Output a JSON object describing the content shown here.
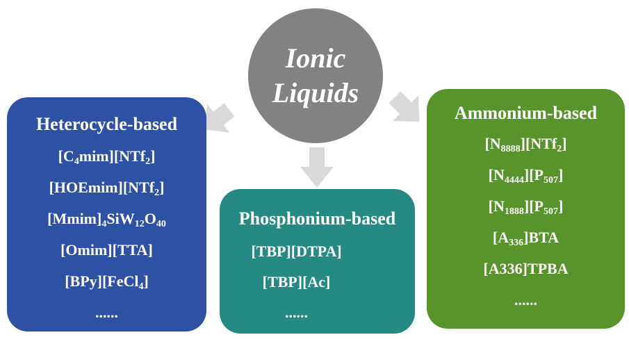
{
  "center": {
    "line1": "Ionic",
    "line2": "Liquids"
  },
  "colors": {
    "center": "#828282",
    "heterocycle": "#2f51a3",
    "phosphonium": "#258a83",
    "ammonium": "#58932c",
    "arrow": "#d9d9d9"
  },
  "heterocycle": {
    "title": "Heterocycle-based",
    "items": [
      {
        "a": "[C",
        "s1": "4",
        "b": "mim][NTf",
        "s2": "2",
        "c": "]"
      },
      {
        "a": "[HOEmim][NTf",
        "s1": "2",
        "b": "]"
      },
      {
        "a": "[Mmim]",
        "s1": "4",
        "b": "SiW",
        "s2": "12",
        "c": "O",
        "s3": "40"
      },
      {
        "a": "[Omim][TTA]"
      },
      {
        "a": "[BPy][FeCl",
        "s1": "4",
        "b": "]"
      },
      {
        "a": "......"
      }
    ]
  },
  "phosphonium": {
    "title": "Phosphonium-based",
    "items": [
      {
        "a": "[TBP][DTPA]"
      },
      {
        "a": "[TBP][Ac]"
      },
      {
        "a": "......"
      }
    ]
  },
  "ammonium": {
    "title": "Ammonium-based",
    "items": [
      {
        "a": "[N",
        "s1": "8888",
        "b": "][NTf",
        "s2": "2",
        "c": "]"
      },
      {
        "a": "[N",
        "s1": "4444",
        "b": "][P",
        "s2": "507",
        "c": "]"
      },
      {
        "a": "[N",
        "s1": "1888",
        "b": "][P",
        "s2": "507",
        "c": "]"
      },
      {
        "a": "[A",
        "s1": "336",
        "b": "]BTA"
      },
      {
        "a": "[A336]TPBA"
      },
      {
        "a": "......"
      }
    ]
  }
}
